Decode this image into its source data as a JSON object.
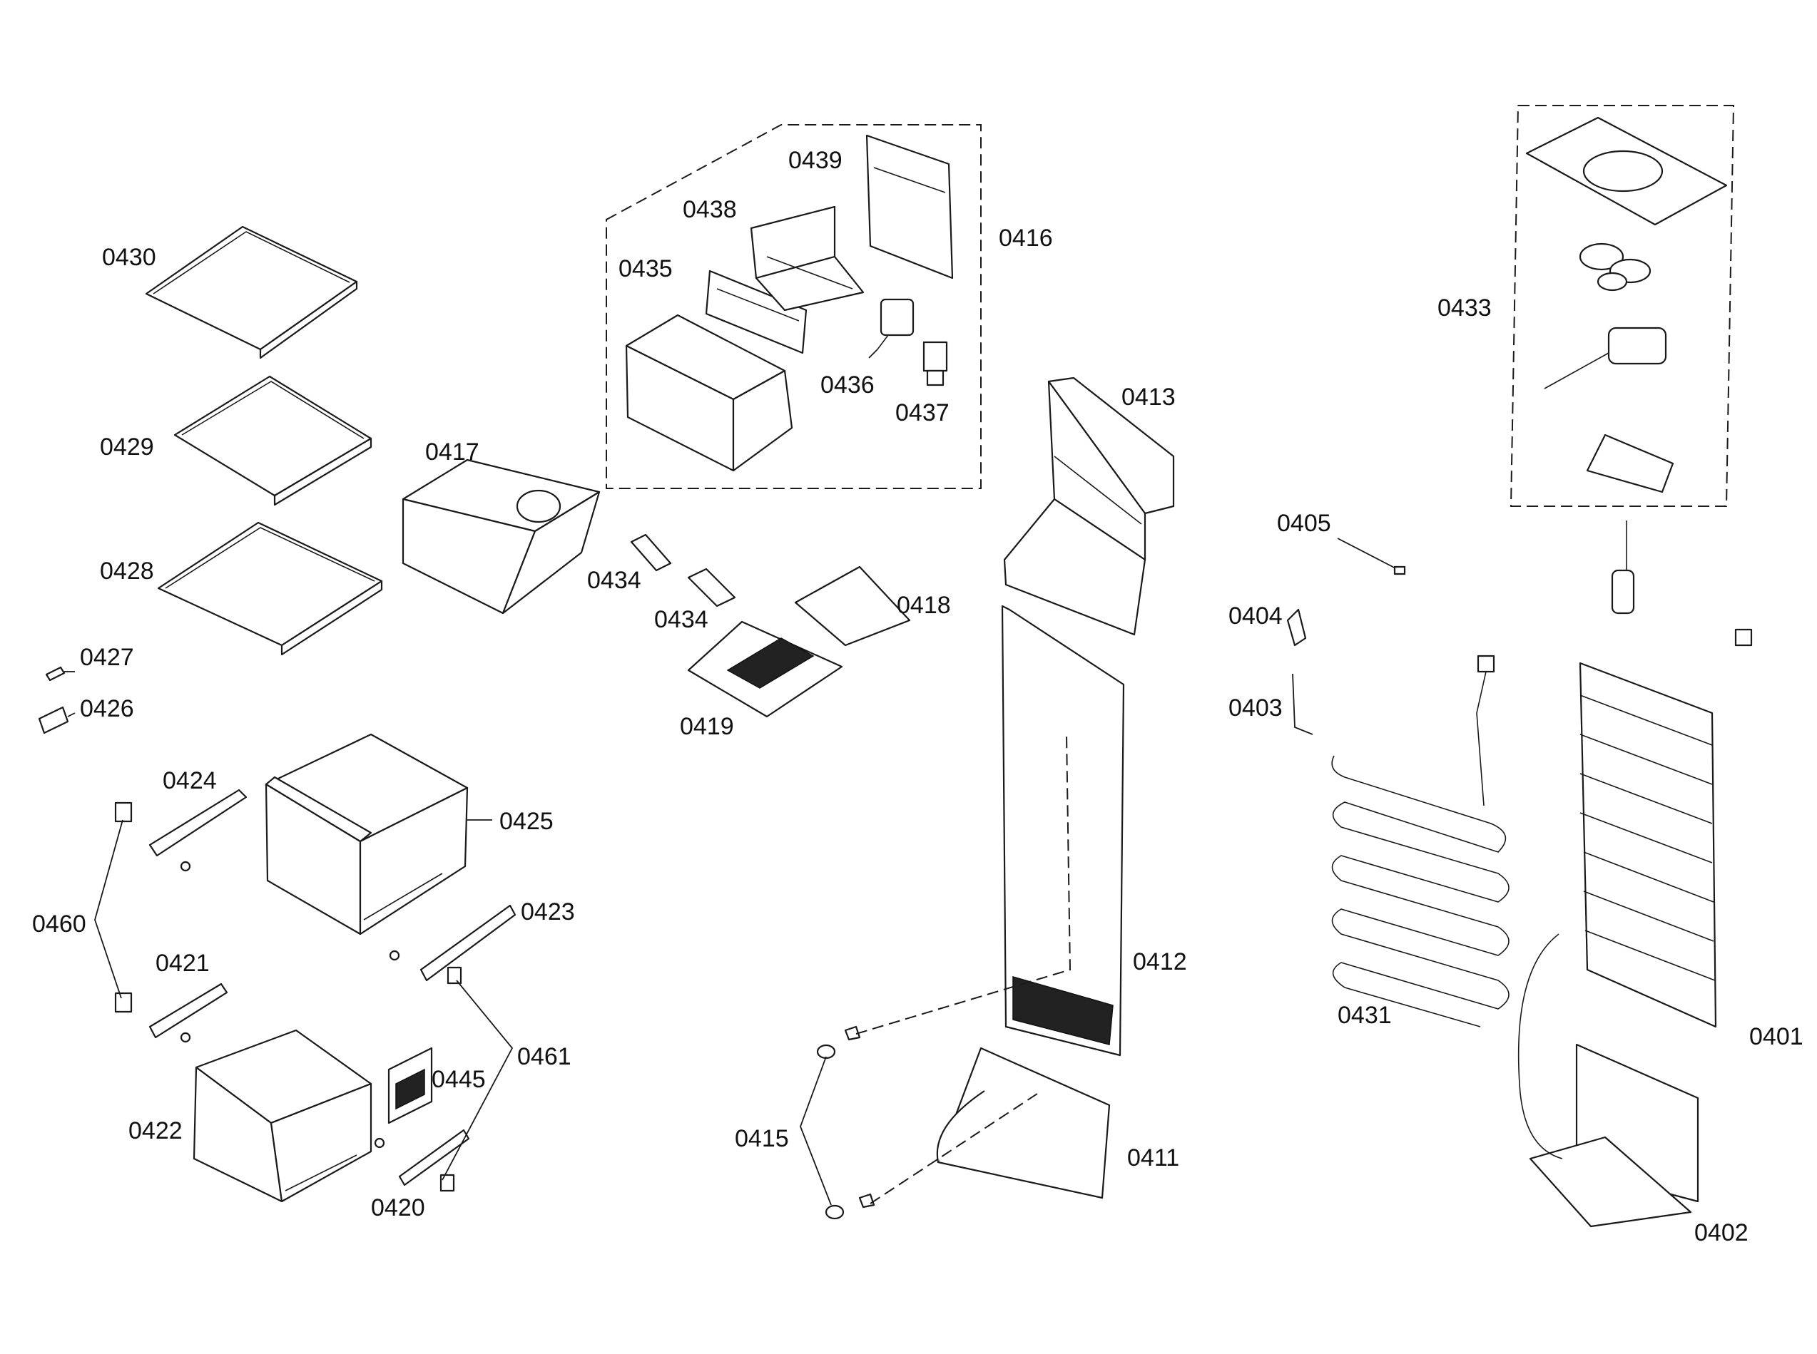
{
  "labels": [
    {
      "id": "0430",
      "text": "0430"
    },
    {
      "id": "0429",
      "text": "0429"
    },
    {
      "id": "0428",
      "text": "0428"
    },
    {
      "id": "0427",
      "text": "0427"
    },
    {
      "id": "0426",
      "text": "0426"
    },
    {
      "id": "0424",
      "text": "0424"
    },
    {
      "id": "0425",
      "text": "0425"
    },
    {
      "id": "0460",
      "text": "0460"
    },
    {
      "id": "0421",
      "text": "0421"
    },
    {
      "id": "0423",
      "text": "0423"
    },
    {
      "id": "0461",
      "text": "0461"
    },
    {
      "id": "0445",
      "text": "0445"
    },
    {
      "id": "0422",
      "text": "0422"
    },
    {
      "id": "0420",
      "text": "0420"
    },
    {
      "id": "0417",
      "text": "0417"
    },
    {
      "id": "0439",
      "text": "0439"
    },
    {
      "id": "0438",
      "text": "0438"
    },
    {
      "id": "0435",
      "text": "0435"
    },
    {
      "id": "0416",
      "text": "0416"
    },
    {
      "id": "0436",
      "text": "0436"
    },
    {
      "id": "0437",
      "text": "0437"
    },
    {
      "id": "0434a",
      "text": "0434"
    },
    {
      "id": "0434b",
      "text": "0434"
    },
    {
      "id": "0418",
      "text": "0418"
    },
    {
      "id": "0419",
      "text": "0419"
    },
    {
      "id": "0413",
      "text": "0413"
    },
    {
      "id": "0412",
      "text": "0412"
    },
    {
      "id": "0415",
      "text": "0415"
    },
    {
      "id": "0411",
      "text": "0411"
    },
    {
      "id": "0433",
      "text": "0433"
    },
    {
      "id": "0405",
      "text": "0405"
    },
    {
      "id": "0404",
      "text": "0404"
    },
    {
      "id": "0403",
      "text": "0403"
    },
    {
      "id": "0431",
      "text": "0431"
    },
    {
      "id": "0401",
      "text": "0401"
    },
    {
      "id": "0402",
      "text": "0402"
    }
  ]
}
